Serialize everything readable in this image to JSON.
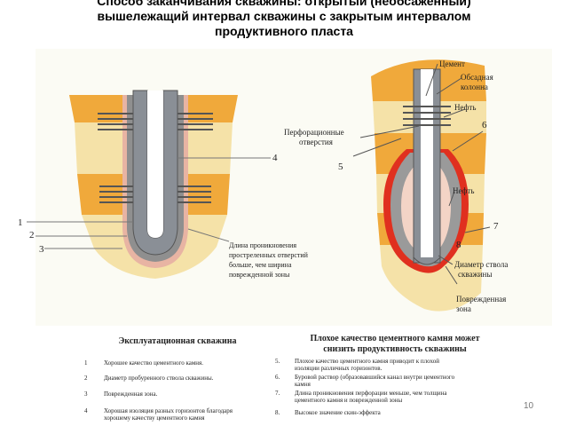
{
  "title": {
    "line1": "Способ заканчивания скважины: открытый (необсаженный)",
    "line2": "вышележащий интервал скважины с закрытым интервалом",
    "line3": "продуктивного пласта"
  },
  "left_diagram": {
    "labels": {
      "n1": "1",
      "n2": "2",
      "n3": "3",
      "n4": "4"
    },
    "caption": [
      "Длина проникновения",
      "простреленных отверстий",
      "больше, чем ширина",
      "поврежденной зоны"
    ]
  },
  "right_diagram": {
    "cement": "Цемент",
    "casing": [
      "Обсадная",
      "колонна"
    ],
    "oil_top": "Нефть",
    "perf": [
      "Перфорационные",
      "отверстия"
    ],
    "n5": "5",
    "n6": "6",
    "n7": "7",
    "n8": "8",
    "oil_mid": "Нефть",
    "diameter": [
      "Диаметр ствола",
      "скважины"
    ],
    "damaged": [
      "Поврежденная",
      "зона"
    ]
  },
  "legend": {
    "left_header": "Эксплуатационная скважина",
    "right_header": [
      "Плохое качество цементного камня может",
      "снизить продуктивность скважины"
    ],
    "left_items": [
      {
        "n": "1",
        "text": [
          "Хорошее качество цементного камня."
        ]
      },
      {
        "n": "2",
        "text": [
          "Диаметр пробуренного ствола скважины."
        ]
      },
      {
        "n": "3",
        "text": [
          "Поврежденная зона."
        ]
      },
      {
        "n": "4",
        "text": [
          "Хорошая изоляция разных горизонтов благодаря",
          "хорошему качеству цементного камня"
        ]
      }
    ],
    "right_items": [
      {
        "n": "5.",
        "text": [
          "Плохое качество цементного камня приводит к плохой",
          "изоляции различных горизонтов."
        ]
      },
      {
        "n": "6.",
        "text": [
          "Буровой раствор (образовавшийся канал внутри цементного",
          "камня"
        ]
      },
      {
        "n": "7.",
        "text": [
          "Длина проникновения перфорации меньше, чем толщина",
          "цементного камня и поврежденной зоны"
        ]
      },
      {
        "n": "8.",
        "text": [
          "Высокое значение скин-эффекта"
        ]
      }
    ]
  },
  "page_number": "10",
  "colors": {
    "sand": "#f5e2a8",
    "shale": "#f0a93b",
    "cement": "#8f8f8f",
    "damage": "#e0301f",
    "steel": "#8a8f96"
  }
}
